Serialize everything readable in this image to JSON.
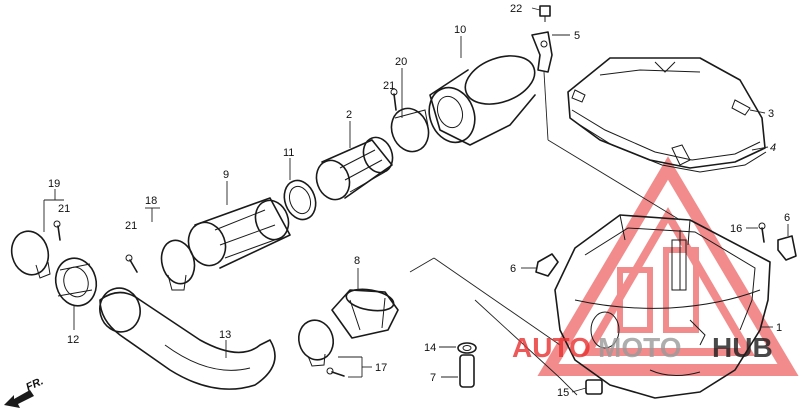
{
  "callouts": {
    "c1": "1",
    "c2": "2",
    "c3": "3",
    "c4": "4",
    "c5": "5",
    "c6a": "6",
    "c6b": "6",
    "c7": "7",
    "c8": "8",
    "c9": "9",
    "c10": "10",
    "c11": "11",
    "c12": "12",
    "c13": "13",
    "c14": "14",
    "c15": "15",
    "c16": "16",
    "c17": "17",
    "c18": "18",
    "c19": "19",
    "c20": "20",
    "c21a": "21",
    "c21b": "21",
    "c21c": "21",
    "c22": "22"
  },
  "direction_label": "FR.",
  "watermark": {
    "part1": "AUTO",
    "part2": "MOTO",
    "part3": "HUB",
    "colors": {
      "red": "#e8302f",
      "gray": "#9a9a9a",
      "black": "#1c1c1c"
    }
  }
}
